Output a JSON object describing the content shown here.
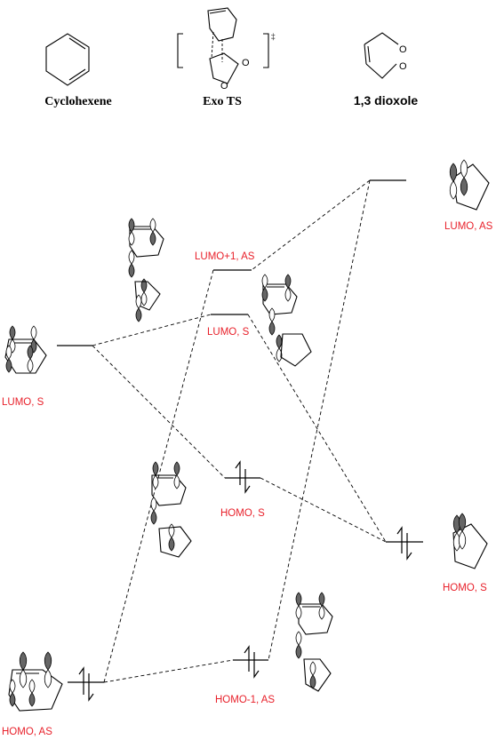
{
  "header": {
    "cyclohexene_label": "Cyclohexene",
    "ts_label": "Exo TS",
    "ts_symbol": "‡",
    "dioxole_label": "1,3 dioxole",
    "atom_o": "O"
  },
  "levels": {
    "cyclohexene_lumo": "LUMO, S",
    "cyclohexene_homo": "HOMO, AS",
    "ts_lumo_plus_1": "LUMO+1, AS",
    "ts_lumo": "LUMO, S",
    "ts_homo": "HOMO, S",
    "ts_homo_minus_1": "HOMO-1, AS",
    "dioxole_lumo": "LUMO, AS",
    "dioxole_homo": "HOMO, S"
  },
  "colors": {
    "label_red": "#e8202a",
    "lobe_dark": "#666666"
  }
}
